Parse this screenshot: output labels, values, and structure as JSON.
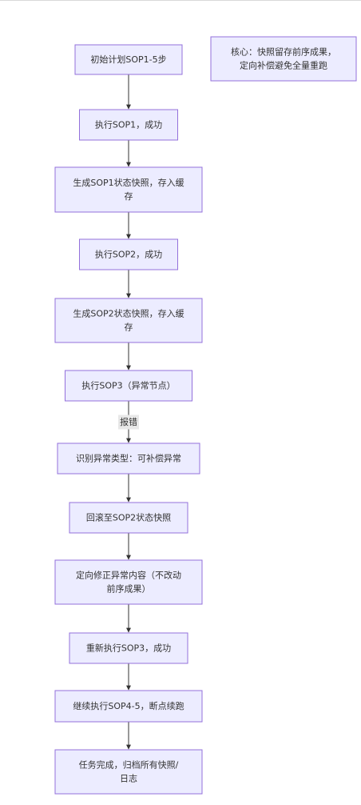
{
  "flow": {
    "steps": [
      {
        "id": "init-plan",
        "lines": [
          "初始计划SOP1-5步"
        ]
      },
      {
        "id": "exec-sop1",
        "lines": [
          "执行SOP1，成功"
        ]
      },
      {
        "id": "snapshot-sop1",
        "lines": [
          "生成SOP1状态快照，存入缓",
          "存"
        ]
      },
      {
        "id": "exec-sop2",
        "lines": [
          "执行SOP2，成功"
        ]
      },
      {
        "id": "snapshot-sop2",
        "lines": [
          "生成SOP2状态快照，存入缓",
          "存"
        ]
      },
      {
        "id": "exec-sop3",
        "lines": [
          "执行SOP3（异常节点）"
        ]
      },
      {
        "id": "identify-error",
        "lines": [
          "识别异常类型：可补偿异常"
        ]
      },
      {
        "id": "rollback",
        "lines": [
          "回滚至SOP2状态快照"
        ]
      },
      {
        "id": "fix",
        "lines": [
          "定向修正异常内容（不改动",
          "前序成果）"
        ]
      },
      {
        "id": "rerun-sop3",
        "lines": [
          "重新执行SOP3，成功"
        ]
      },
      {
        "id": "resume",
        "lines": [
          "继续执行SOP4-5，断点续跑"
        ]
      },
      {
        "id": "complete",
        "lines": [
          "任务完成，归档所有快照/",
          "日志"
        ]
      }
    ],
    "edge_labels": {
      "exec-sop3->identify-error": "报错"
    }
  },
  "note": {
    "lines": [
      "核心：快照留存前序成果，",
      "定向补偿避免全量重跑"
    ]
  }
}
